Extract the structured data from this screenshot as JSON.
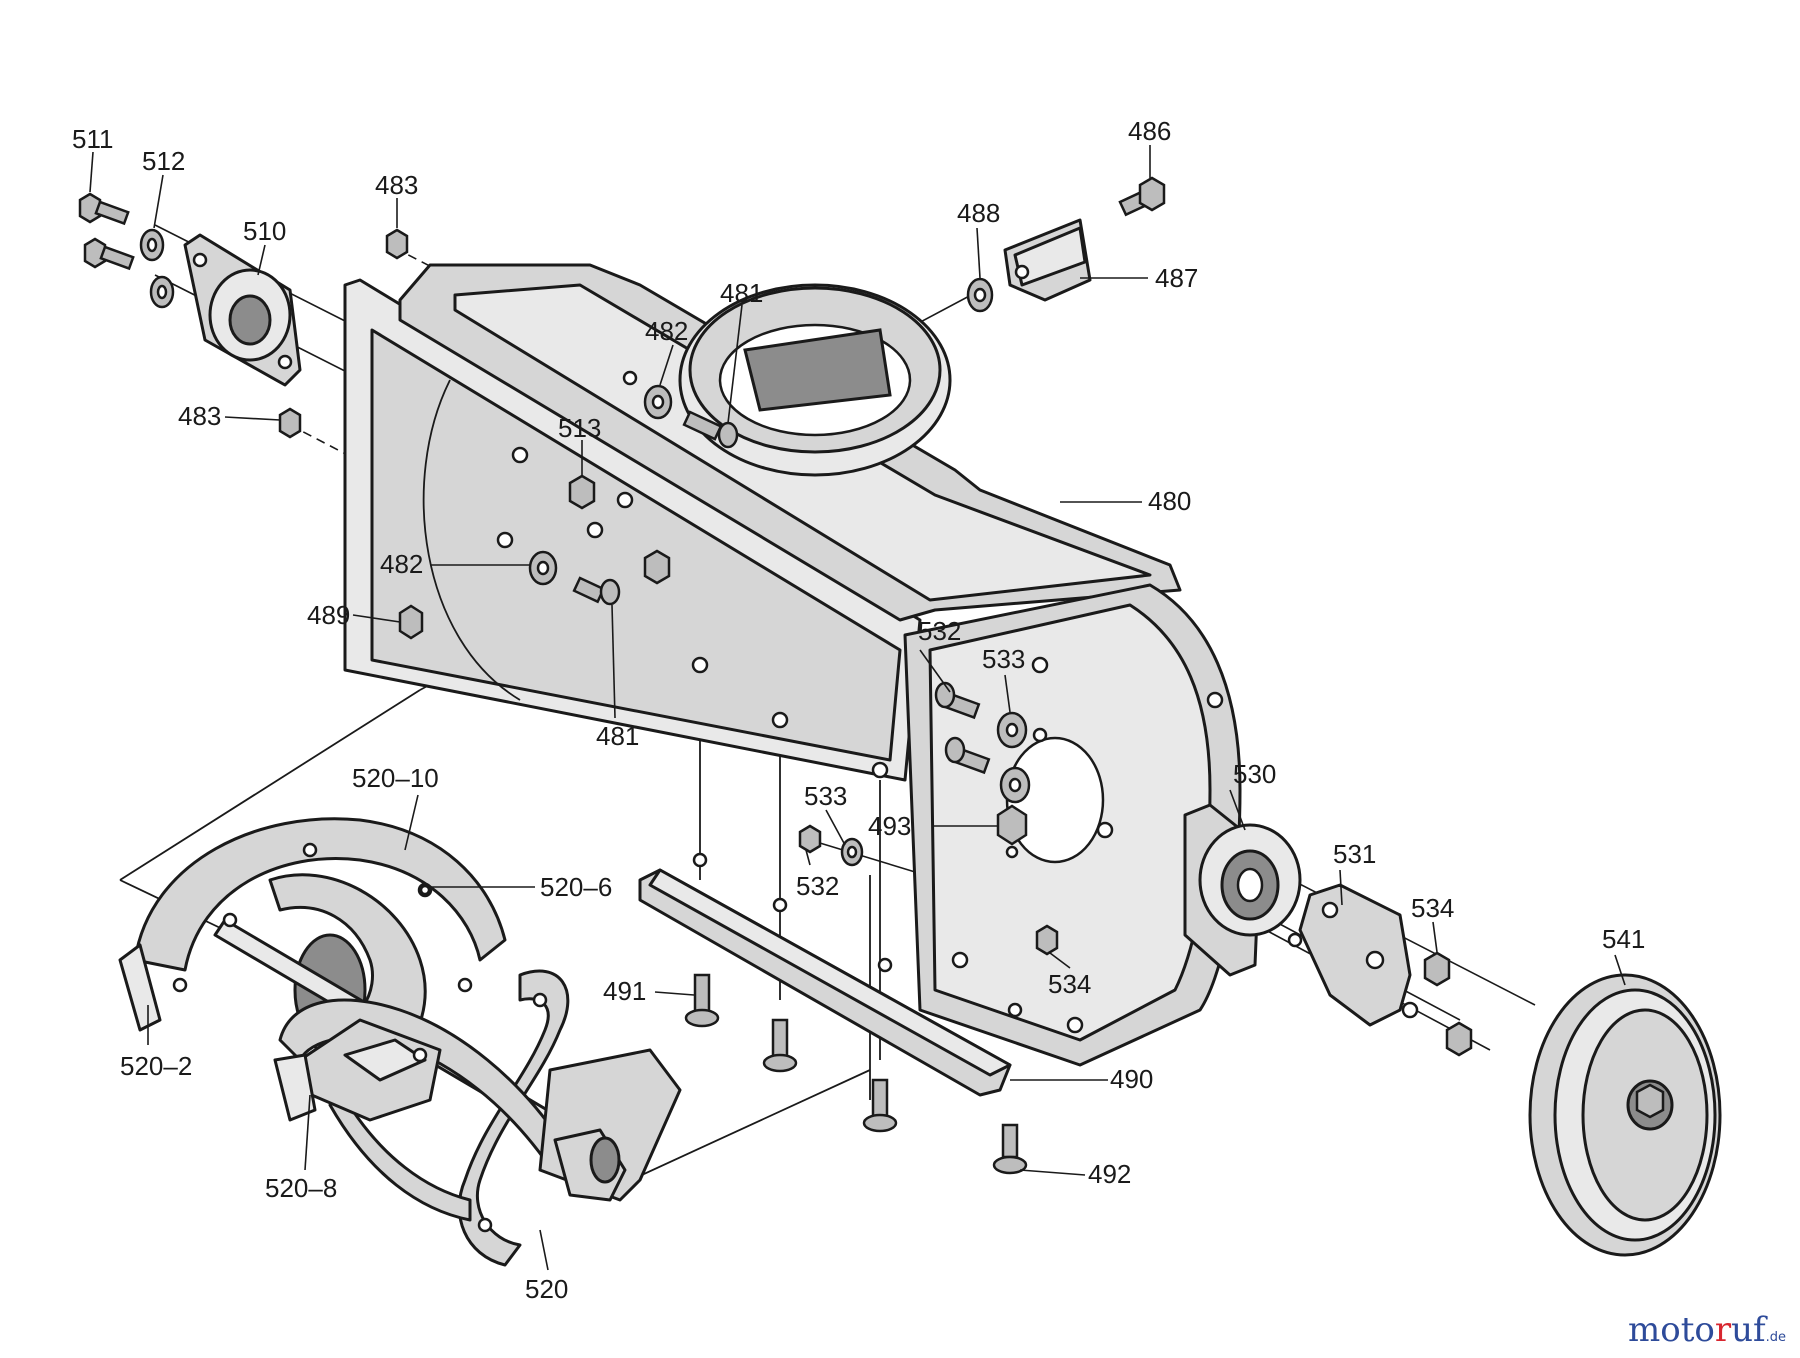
{
  "labels": {
    "l480": "480",
    "l481a": "481",
    "l481b": "481",
    "l482a": "482",
    "l482b": "482",
    "l483a": "483",
    "l483b": "483",
    "l486": "486",
    "l487": "487",
    "l488": "488",
    "l489": "489",
    "l490": "490",
    "l491": "491",
    "l492": "492",
    "l493": "493",
    "l510": "510",
    "l511": "511",
    "l512": "512",
    "l513": "513",
    "l520": "520",
    "l520_2": "520–2",
    "l520_6": "520–6",
    "l520_8": "520–8",
    "l520_10": "520–10",
    "l530": "530",
    "l531": "531",
    "l532a": "532",
    "l532b": "532",
    "l533a": "533",
    "l533b": "533",
    "l534a": "534",
    "l534b": "534",
    "l541": "541"
  },
  "watermark": {
    "part1": "moto",
    "part2": "r",
    "part3": "uf",
    "tld": ".de"
  },
  "colors": {
    "logo_blue": "#2e4b9a",
    "logo_red": "#d8262f"
  }
}
